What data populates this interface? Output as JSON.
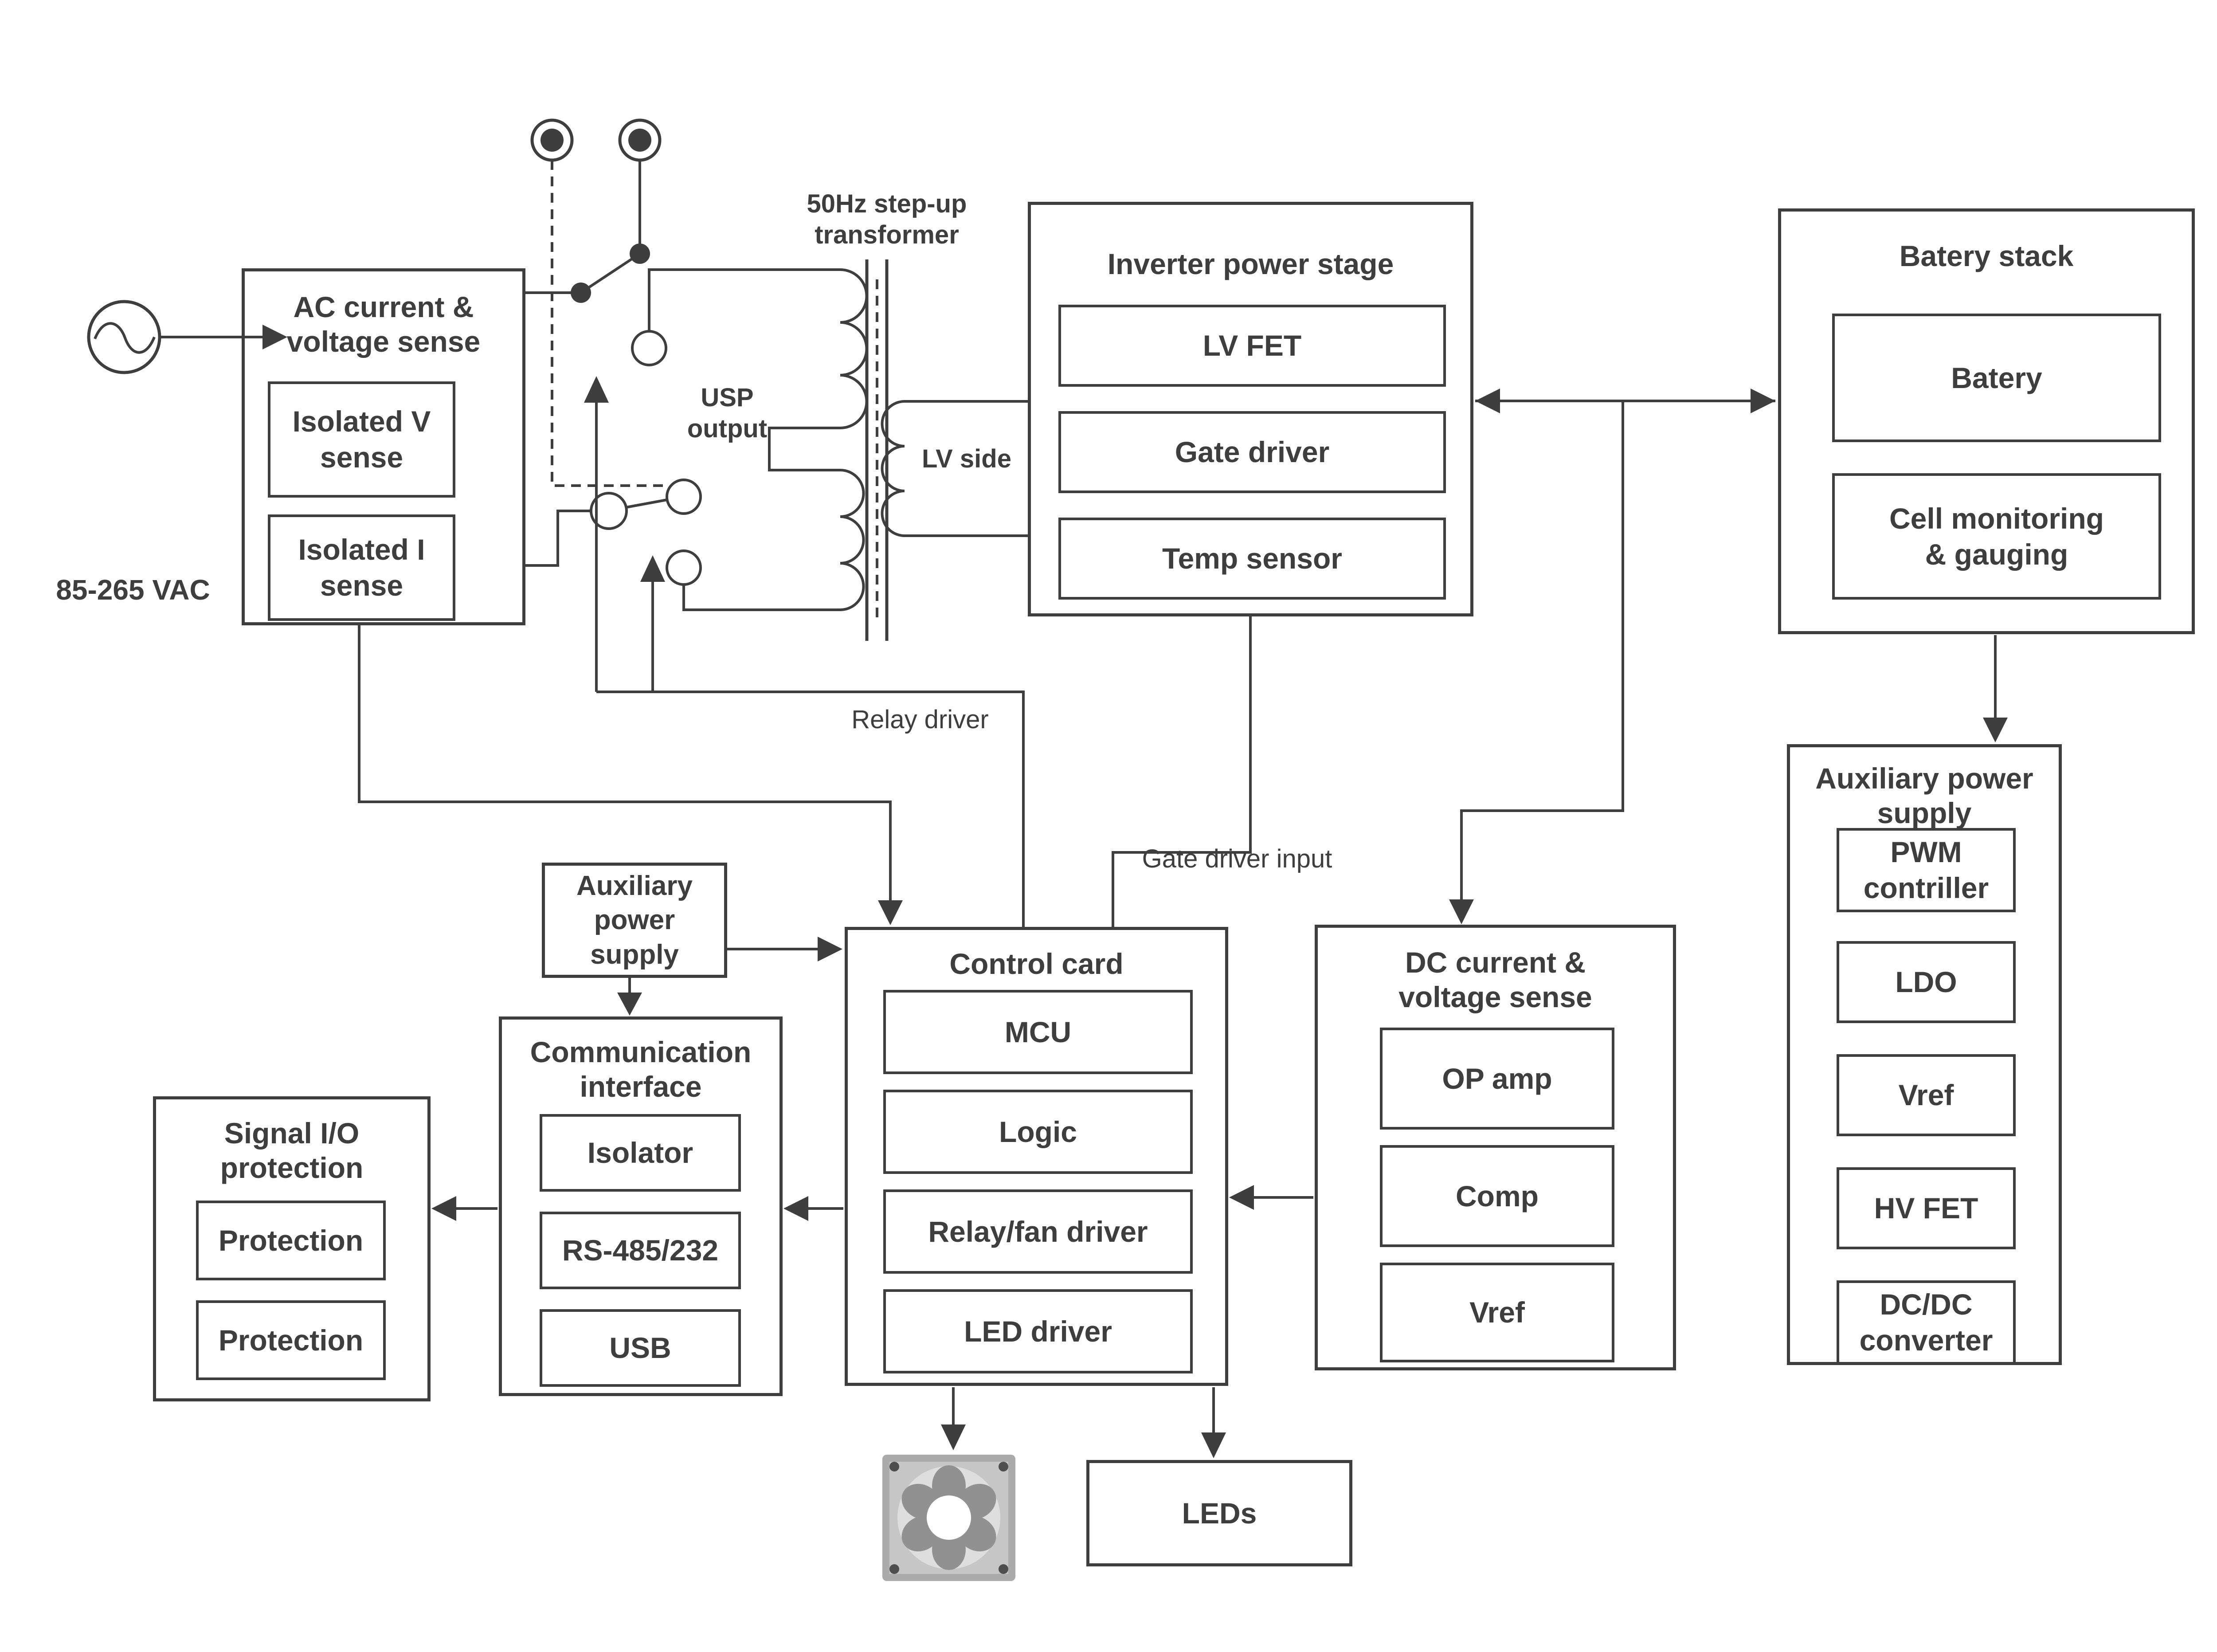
{
  "labels": {
    "source": "85-265 VAC",
    "transformer": "50Hz step-up\ntransformer",
    "usp_output": "USP\noutput",
    "lv_side": "LV side",
    "relay_driver": "Relay driver",
    "gate_driver_input": "Gate driver input"
  },
  "blocks": {
    "ac_sense": {
      "title": "AC current &\nvoltage sense",
      "items": [
        "Isolated V\nsense",
        "Isolated I\nsense"
      ]
    },
    "inverter": {
      "title": "Inverter power stage",
      "items": [
        "LV FET",
        "Gate driver",
        "Temp sensor"
      ]
    },
    "battery": {
      "title": "Batery stack",
      "items": [
        "Batery",
        "Cell monitoring\n& gauging"
      ]
    },
    "aux_power_right": {
      "title": "Auxiliary power\nsupply",
      "items": [
        "PWM\ncontriller",
        "LDO",
        "Vref",
        "HV FET",
        "DC/DC\nconverter"
      ]
    },
    "aux_power_small": {
      "title": "Auxiliary\npower\nsupply"
    },
    "control_card": {
      "title": "Control card",
      "items": [
        "MCU",
        "Logic",
        "Relay/fan driver",
        "LED driver"
      ]
    },
    "dc_sense": {
      "title": "DC current &\nvoltage sense",
      "items": [
        "OP amp",
        "Comp",
        "Vref"
      ]
    },
    "comm": {
      "title": "Communication\ninterface",
      "items": [
        "Isolator",
        "RS-485/232",
        "USB"
      ]
    },
    "signal_io": {
      "title": "Signal I/O\nprotection",
      "items": [
        "Protection",
        "Protection"
      ]
    },
    "leds": {
      "title": "LEDs"
    }
  },
  "colors": {
    "line": "#3e3e3e",
    "text": "#3e3e3e"
  }
}
